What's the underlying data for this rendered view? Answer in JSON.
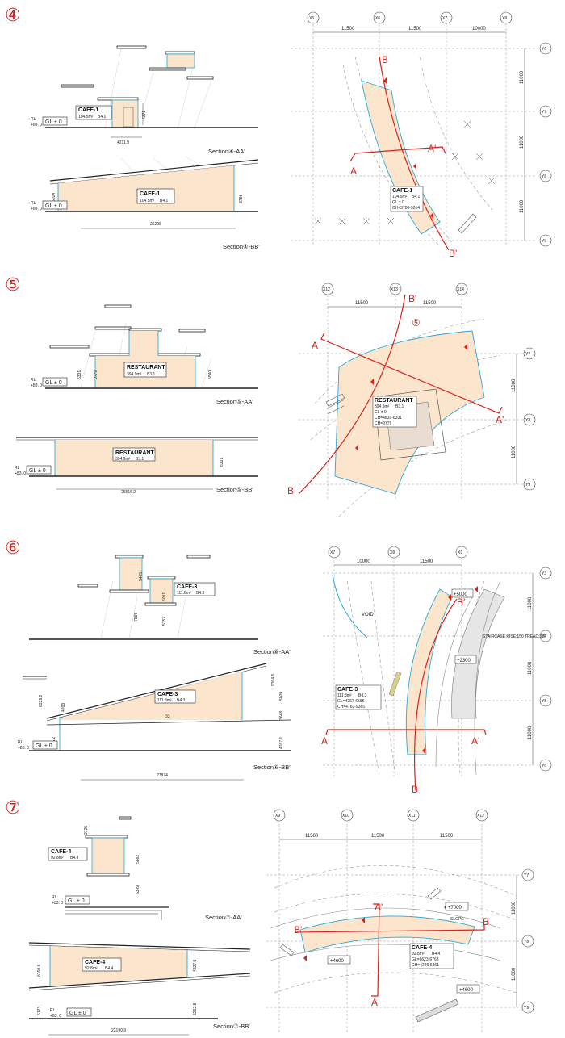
{
  "panels": [
    {
      "number": "④",
      "section_aa": {
        "caption": "Section④-AA'",
        "label": {
          "name": "CAFE-1",
          "area": "104.5m²",
          "code": "B4.1"
        },
        "dims": {
          "height": "4271",
          "width": "4211.9"
        },
        "gl": "GL ± 0",
        "rl": "RL",
        "rl_value": "+83. 0"
      },
      "section_bb": {
        "caption": "Section④-BB'",
        "label": {
          "name": "CAFE-1",
          "area": "104.5m²",
          "code": "B4.1"
        },
        "dims": {
          "left": "5014",
          "right": "3786",
          "length": "26298"
        },
        "gl": "GL ± 0",
        "rl": "RL",
        "rl_value": "+83. 0"
      },
      "plan": {
        "grid_x": [
          "X5",
          "X6",
          "X7",
          "X8"
        ],
        "grid_y": [
          "Y6",
          "Y7",
          "Y8",
          "Y9"
        ],
        "x_dims": [
          "11500",
          "11500",
          "10000"
        ],
        "y_dims": [
          "11000",
          "11000",
          "11000"
        ],
        "section_marks": [
          "A",
          "A'",
          "B",
          "B'"
        ],
        "label": {
          "name": "CAFE-1",
          "area": "104.5m²",
          "code": "B4.1",
          "gl": "GL ± 0",
          "ch": "CH=3786-5014"
        }
      }
    },
    {
      "number": "⑤",
      "section_aa": {
        "caption": "Section⑤-AA'",
        "label": {
          "name": "RESTAURANT",
          "area": "394.9m²",
          "code": "B3.1"
        },
        "dims": {
          "h1": "6331",
          "h2": "9779",
          "h3": "5540"
        },
        "gl": "GL ± 0",
        "rl": "RL",
        "rl_value": "+83. 0"
      },
      "section_bb": {
        "caption": "Section⑤-BB'",
        "label": {
          "name": "RESTAURANT",
          "area": "394.9m²",
          "code": "B3.1"
        },
        "dims": {
          "right": "6331",
          "length": "26516.2"
        },
        "gl": "GL ± 0",
        "rl": "RL",
        "rl_value": "+83. 0"
      },
      "plan": {
        "grid_x": [
          "X12",
          "X13",
          "X14"
        ],
        "grid_y": [
          "Y7",
          "Y8",
          "Y9"
        ],
        "x_dims": [
          "11500",
          "11500"
        ],
        "y_dims": [
          "11000",
          "11000"
        ],
        "section_marks": [
          "A",
          "A'",
          "B",
          "B'"
        ],
        "circle_mark": "⑤",
        "label": {
          "name": "RESTAURANT",
          "area": "394.9m²",
          "code": "B3.1",
          "gl": "GL ± 0",
          "ch": "CH=4839-6331",
          "ch2": "CH=9779"
        }
      }
    },
    {
      "number": "⑥",
      "section_aa": {
        "caption": "Section⑥-AA'",
        "label": {
          "name": "CAFE-3",
          "area": "111.8m²",
          "code": "B4.3"
        },
        "dims": {
          "d1": "5405",
          "d2": "6091",
          "d3": "7965",
          "d4": "5357"
        }
      },
      "section_bb": {
        "caption": "Section⑥-BB'",
        "label": {
          "name": "CAFE-3",
          "area": "111.8m²",
          "code": "B4.3"
        },
        "dims": {
          "left_top": "6339.2",
          "left_mid": "4763",
          "left_bot": "6555.2",
          "right_top": "9364.5",
          "right_mid": "5809",
          "right_low": "3648",
          "right_bot": "4767.1",
          "length": "27874",
          "slope": "33"
        },
        "gl": "GL ± 0",
        "rl": "RL",
        "rl_value": "+83. 0"
      },
      "plan": {
        "grid_x": [
          "X7",
          "X8",
          "X9"
        ],
        "grid_y": [
          "Y3",
          "Y4",
          "Y5",
          "Y6"
        ],
        "x_dims": [
          "10000",
          "11500"
        ],
        "y_dims": [
          "11000",
          "11000",
          "11000"
        ],
        "section_marks": [
          "A",
          "A'",
          "B",
          "B'"
        ],
        "void": "VOID",
        "levels": [
          "+5000",
          "+2300"
        ],
        "stair_note": "STAIRCASE RISE:150 TREAD:300",
        "label": {
          "name": "CAFE-3",
          "area": "111.8m²",
          "code": "B4.3",
          "gl": "GL=4267-6555",
          "ch": "CH=4763-9365"
        }
      }
    },
    {
      "number": "⑦",
      "section_aa": {
        "caption": "Section⑦-AA'",
        "label": {
          "name": "CAFE-4",
          "area": "92.8m²",
          "code": "B4.4"
        },
        "dims": {
          "d1": "2725",
          "d2": "5882",
          "d3": "5349"
        },
        "gl": "GL ± 0",
        "rl": "RL",
        "rl_value": "+83. 0"
      },
      "section_bb": {
        "caption": "Section⑦-BB'",
        "label": {
          "name": "CAFE-4",
          "area": "92.8m²",
          "code": "B4.4"
        },
        "dims": {
          "left": "6360.6",
          "left_bot": "5123",
          "right": "4227.9",
          "right_bot": "6262.8",
          "length": "23190.9"
        },
        "gl": "GL ± 0",
        "rl": "RL",
        "rl_value": "+83. 0"
      },
      "plan": {
        "grid_x": [
          "X9",
          "X10",
          "X11",
          "X12"
        ],
        "grid_y": [
          "Y7",
          "Y8",
          "Y9"
        ],
        "x_dims": [
          "11500",
          "11500",
          "11500"
        ],
        "y_dims": [
          "11000",
          "11000"
        ],
        "section_marks": [
          "A",
          "A'",
          "B",
          "B'"
        ],
        "levels": [
          "+7000",
          "+4600",
          "+4600"
        ],
        "slope": "SLOPE",
        "label": {
          "name": "CAFE-4",
          "area": "92.8m²",
          "code": "B4.4",
          "gl": "GL=6623-6763",
          "ch": "CH=4226-6361"
        }
      }
    }
  ]
}
